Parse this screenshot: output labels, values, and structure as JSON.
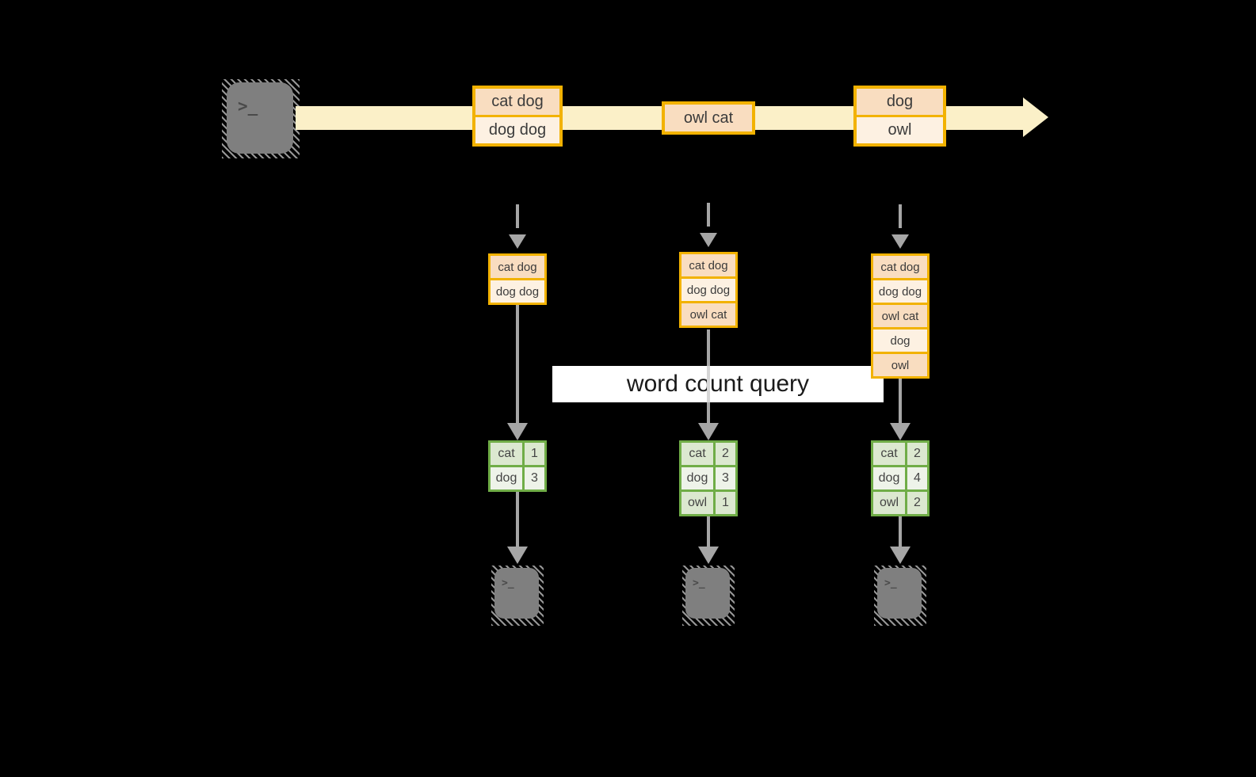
{
  "colors": {
    "band": "#FBF0C8",
    "amber_border": "#F2B200",
    "peach_fill": "#F9DDC0",
    "cream_fill": "#FDF1E2",
    "green_border": "#70AD47",
    "green_light_fill": "#DCE8D0",
    "green_pale_fill": "#EEF3E9",
    "arrow_gray": "#A6A6A6",
    "terminal_gray": "#7F7F7F",
    "banner_bg": "#FFFFFF"
  },
  "banner": {
    "label": "word count query"
  },
  "terminals": {
    "source_glyph": ">_",
    "sink_glyph": ">_"
  },
  "stream": {
    "batches": [
      {
        "items": [
          "cat dog",
          "dog dog"
        ]
      },
      {
        "items": [
          "owl cat"
        ]
      },
      {
        "items": [
          "dog",
          "owl"
        ]
      }
    ]
  },
  "columns": [
    {
      "state": [
        "cat dog",
        "dog dog"
      ],
      "counts": [
        {
          "word": "cat",
          "count": "1"
        },
        {
          "word": "dog",
          "count": "3"
        }
      ]
    },
    {
      "state": [
        "cat dog",
        "dog dog",
        "owl cat"
      ],
      "counts": [
        {
          "word": "cat",
          "count": "2"
        },
        {
          "word": "dog",
          "count": "3"
        },
        {
          "word": "owl",
          "count": "1"
        }
      ]
    },
    {
      "state": [
        "cat dog",
        "dog dog",
        "owl cat",
        "dog",
        "owl"
      ],
      "counts": [
        {
          "word": "cat",
          "count": "2"
        },
        {
          "word": "dog",
          "count": "4"
        },
        {
          "word": "owl",
          "count": "2"
        }
      ]
    }
  ]
}
